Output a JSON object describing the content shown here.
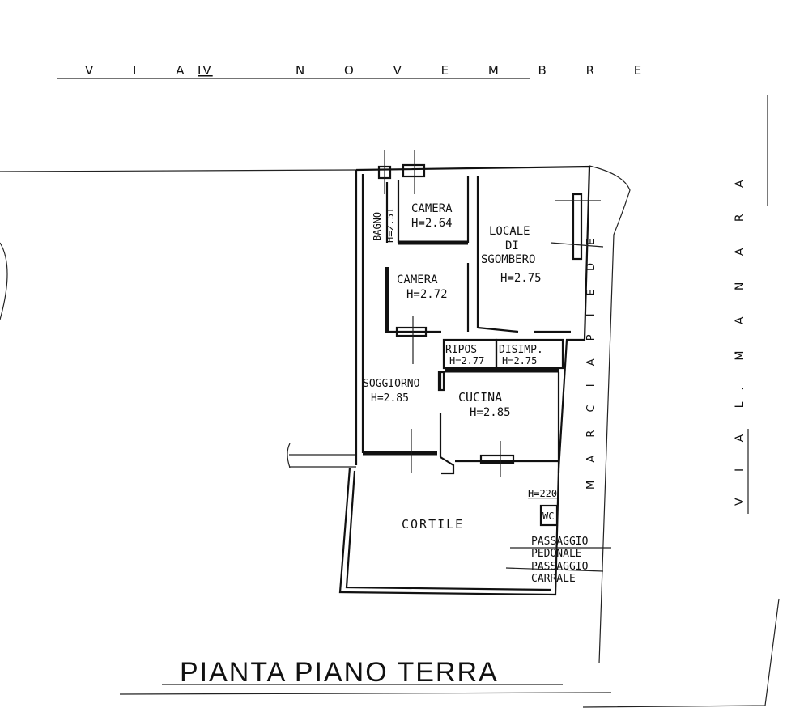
{
  "streets": {
    "top_via": "V I A",
    "top_number": "IV",
    "top_name": "N O V E M B R E",
    "right_street": "V I A   L.   M A N A R A",
    "sidewalk": "M A R C I A P I E D E"
  },
  "rooms": {
    "bagno": {
      "name": "BAGNO",
      "height": "H=2.51"
    },
    "camera1": {
      "name": "CAMERA",
      "height": "H=2.64"
    },
    "camera2": {
      "name": "CAMERA",
      "height": "H=2.72"
    },
    "locale": {
      "name_1": "LOCALE",
      "name_2": "DI",
      "name_3": "SGOMBERO",
      "height": "H=2.75"
    },
    "ripos": {
      "name": "RIPOS",
      "height": "H=2.77"
    },
    "disimp": {
      "name": "DISIMP.",
      "height": "H=2.75"
    },
    "soggiorno": {
      "name": "SOGGIORNO",
      "height": "H=2.85"
    },
    "cucina": {
      "name": "CUCINA",
      "height": "H=2.85"
    },
    "cortile": {
      "name": "CORTILE"
    },
    "wc": {
      "name": "WC",
      "height": "H=220"
    }
  },
  "passages": {
    "pedonale_1": "PASSAGGIO",
    "pedonale_2": "PEDONALE",
    "carrale_1": "PASSAGGIO",
    "carrale_2": "CARRALE"
  },
  "title": "PIANTA  PIANO  TERRA"
}
